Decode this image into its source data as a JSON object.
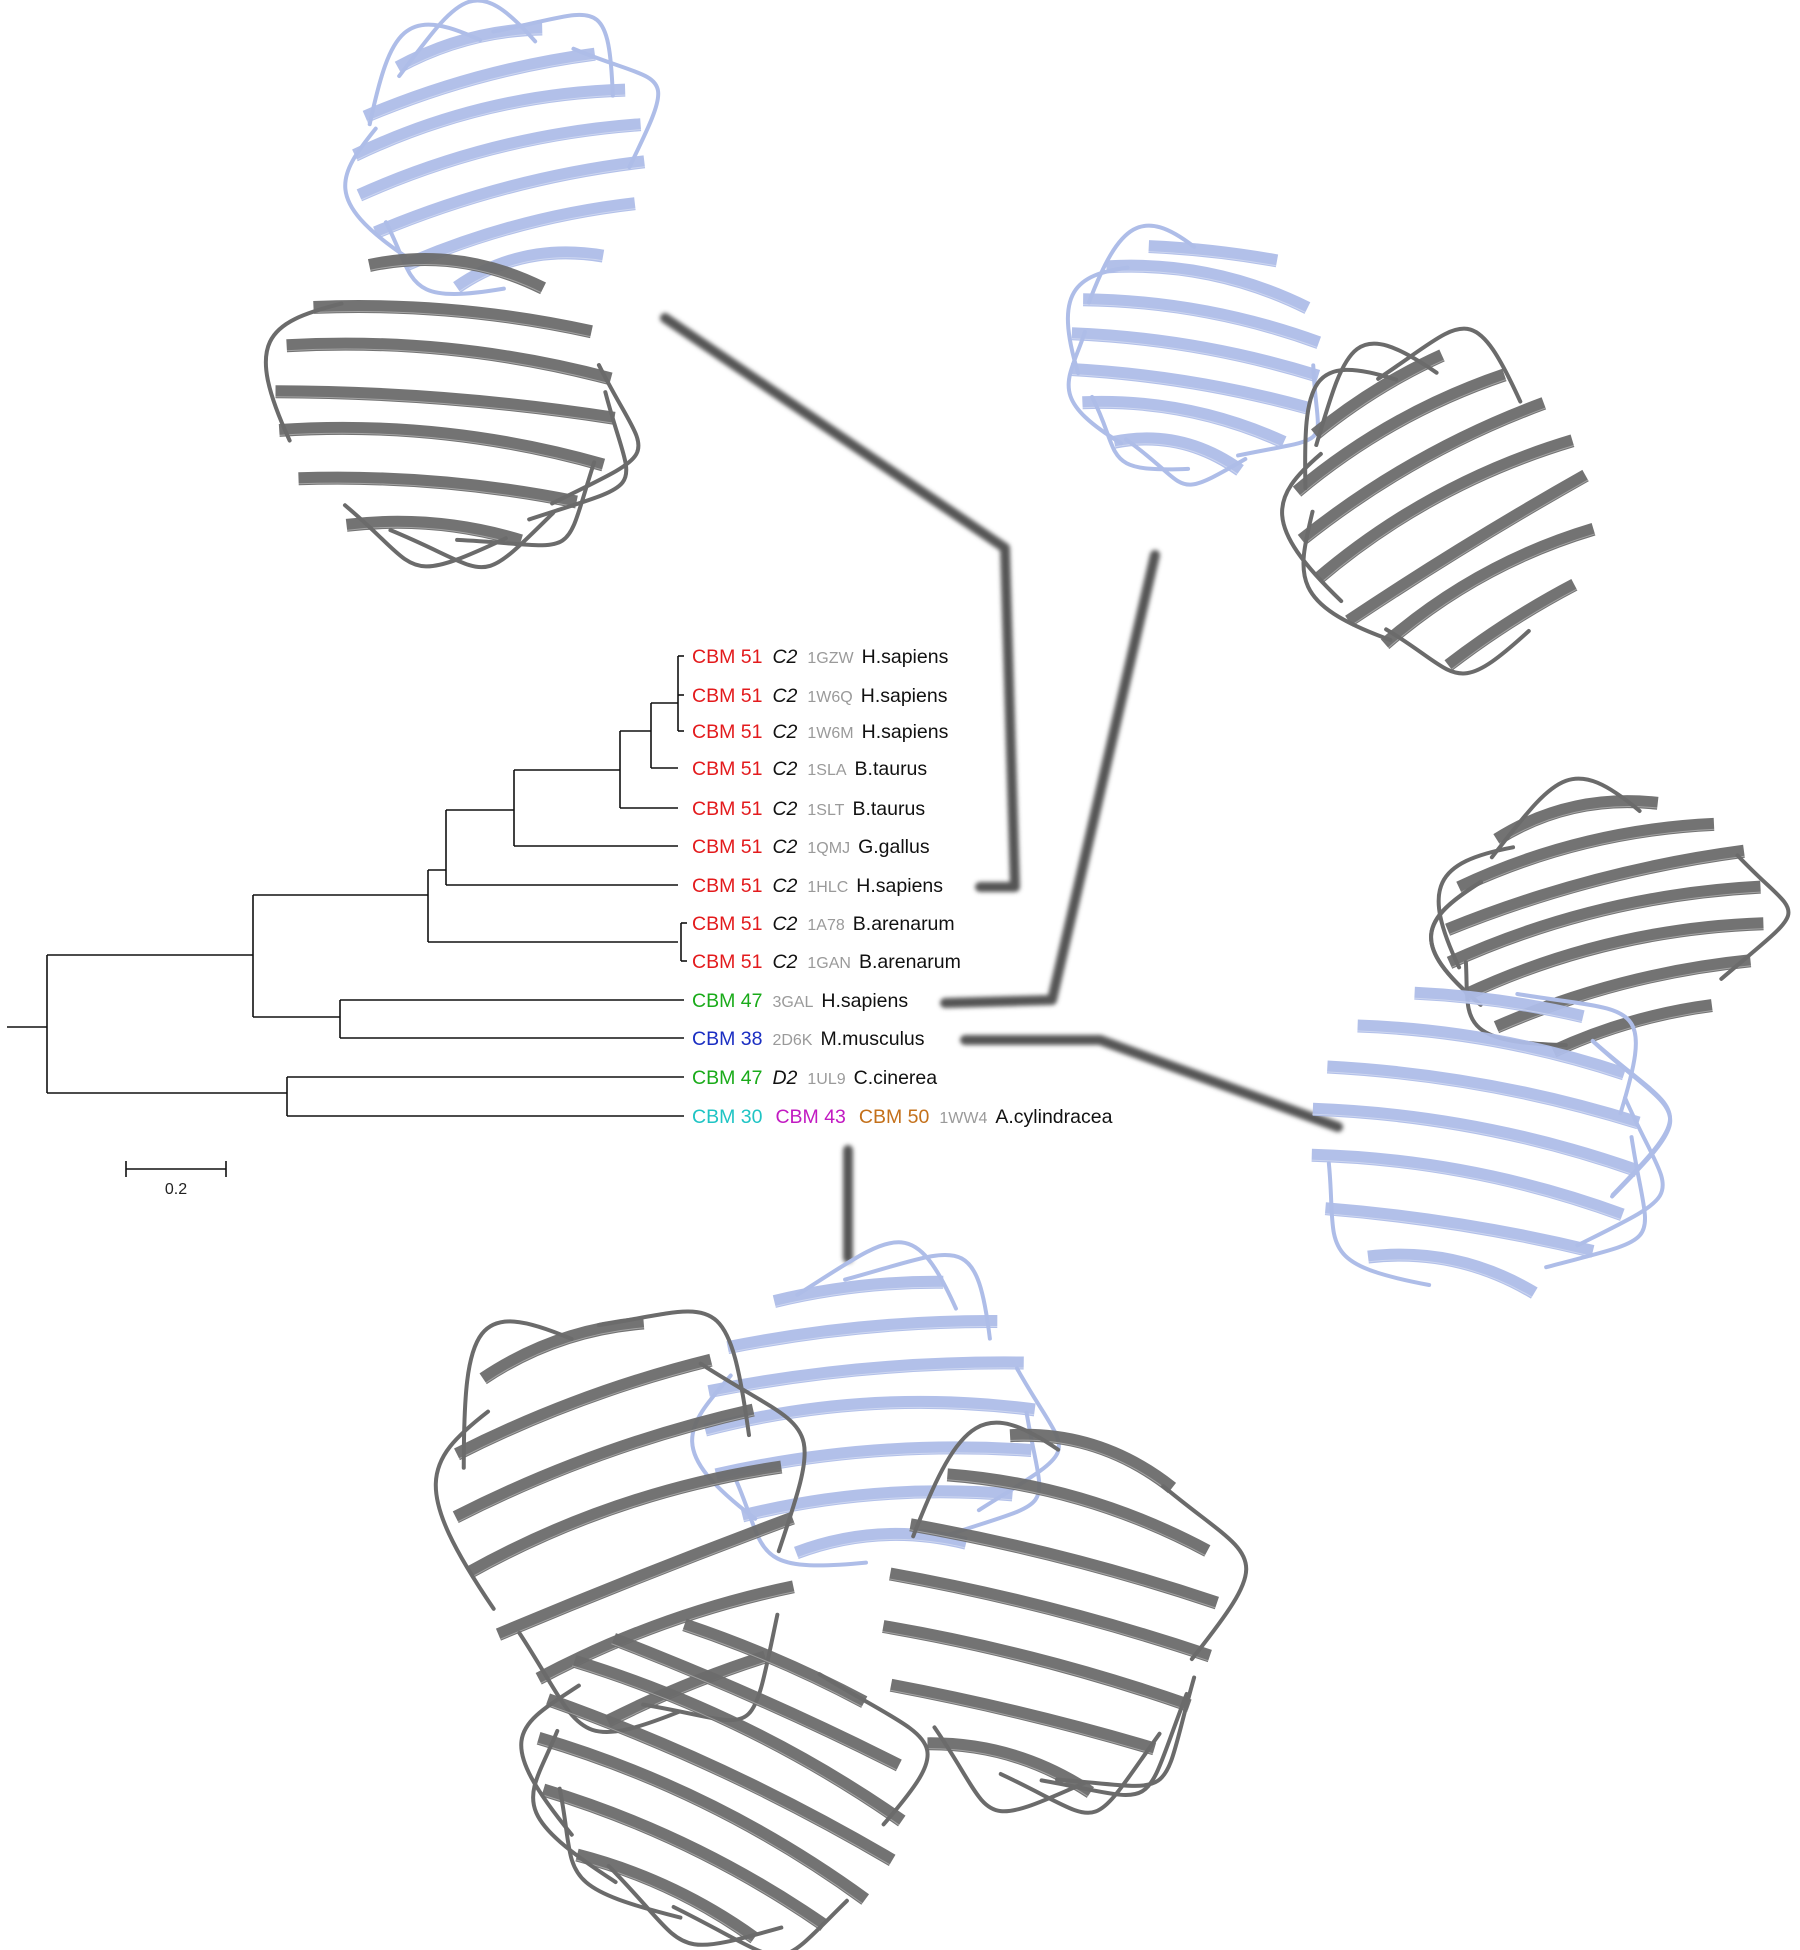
{
  "colors": {
    "cbm51": "#e31a1c",
    "cbm47": "#1aab1a",
    "cbm38": "#1a2ec2",
    "cbm30": "#1fc4c4",
    "cbm43": "#c21ac2",
    "cbm50": "#c4701a",
    "pdb_id": "#9a9a9a",
    "species": "#111111",
    "tree_line": "#111111",
    "connector": "#555555",
    "cbm_domain": "#aebde8",
    "partner_domain": "#6b6b6b"
  },
  "leaves": [
    {
      "tags": [
        {
          "text": "CBM 51",
          "color": "#e31a1c"
        }
      ],
      "sub": "C2",
      "pdb": "1GZW",
      "species": "H.sapiens"
    },
    {
      "tags": [
        {
          "text": "CBM 51",
          "color": "#e31a1c"
        }
      ],
      "sub": "C2",
      "pdb": "1W6Q",
      "species": "H.sapiens"
    },
    {
      "tags": [
        {
          "text": "CBM 51",
          "color": "#e31a1c"
        }
      ],
      "sub": "C2",
      "pdb": "1W6M",
      "species": "H.sapiens"
    },
    {
      "tags": [
        {
          "text": "CBM 51",
          "color": "#e31a1c"
        }
      ],
      "sub": "C2",
      "pdb": "1SLA",
      "species": "B.taurus"
    },
    {
      "tags": [
        {
          "text": "CBM 51",
          "color": "#e31a1c"
        }
      ],
      "sub": "C2",
      "pdb": "1SLT",
      "species": "B.taurus"
    },
    {
      "tags": [
        {
          "text": "CBM 51",
          "color": "#e31a1c"
        }
      ],
      "sub": "C2",
      "pdb": "1QMJ",
      "species": "G.gallus"
    },
    {
      "tags": [
        {
          "text": "CBM 51",
          "color": "#e31a1c"
        }
      ],
      "sub": "C2",
      "pdb": "1HLC",
      "species": "H.sapiens"
    },
    {
      "tags": [
        {
          "text": "CBM 51",
          "color": "#e31a1c"
        }
      ],
      "sub": "C2",
      "pdb": "1A78",
      "species": "B.arenarum"
    },
    {
      "tags": [
        {
          "text": "CBM 51",
          "color": "#e31a1c"
        }
      ],
      "sub": "C2",
      "pdb": "1GAN",
      "species": "B.arenarum"
    },
    {
      "tags": [
        {
          "text": "CBM 47",
          "color": "#1aab1a"
        }
      ],
      "sub": "",
      "pdb": "3GAL",
      "species": "H.sapiens"
    },
    {
      "tags": [
        {
          "text": "CBM 38",
          "color": "#1a2ec2"
        }
      ],
      "sub": "",
      "pdb": "2D6K",
      "species": "M.musculus"
    },
    {
      "tags": [
        {
          "text": "CBM 47",
          "color": "#1aab1a"
        }
      ],
      "sub": "D2",
      "pdb": "1UL9",
      "species": "C.cinerea"
    },
    {
      "tags": [
        {
          "text": "CBM 30",
          "color": "#1fc4c4"
        },
        {
          "text": "CBM 43",
          "color": "#c21ac2"
        },
        {
          "text": "CBM 50",
          "color": "#c4701a"
        }
      ],
      "sub": "",
      "pdb": "1WW4",
      "species": "A.cylindracea"
    }
  ],
  "scale_bar": {
    "label": "0.2",
    "value": 0.2
  },
  "structures": [
    {
      "pdb": "1HLC"
    },
    {
      "pdb": "3GAL"
    },
    {
      "pdb": "2D6K"
    },
    {
      "pdb": "1WW4"
    }
  ]
}
